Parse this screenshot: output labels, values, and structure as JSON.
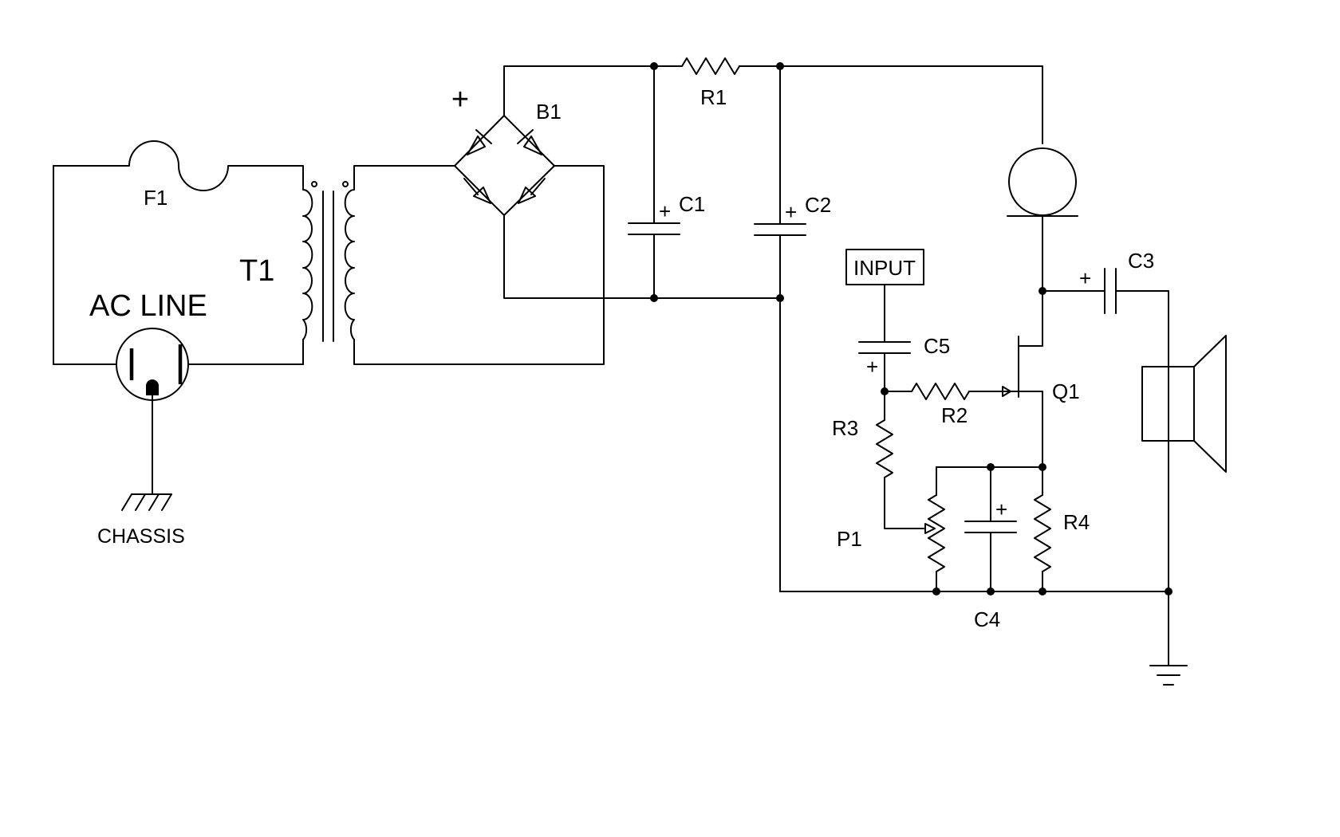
{
  "labels": {
    "fuse": "F1",
    "transformer": "T1",
    "ac_line": "AC LINE",
    "chassis": "CHASSIS",
    "bridge": "B1",
    "bridge_plus": "+",
    "r1": "R1",
    "c1": "C1",
    "c2": "C2",
    "input": "INPUT",
    "c5": "C5",
    "r2": "R2",
    "r3": "R3",
    "q1": "Q1",
    "c3": "C3",
    "p1": "P1",
    "r4": "R4",
    "c4": "C4",
    "plus": "+"
  }
}
